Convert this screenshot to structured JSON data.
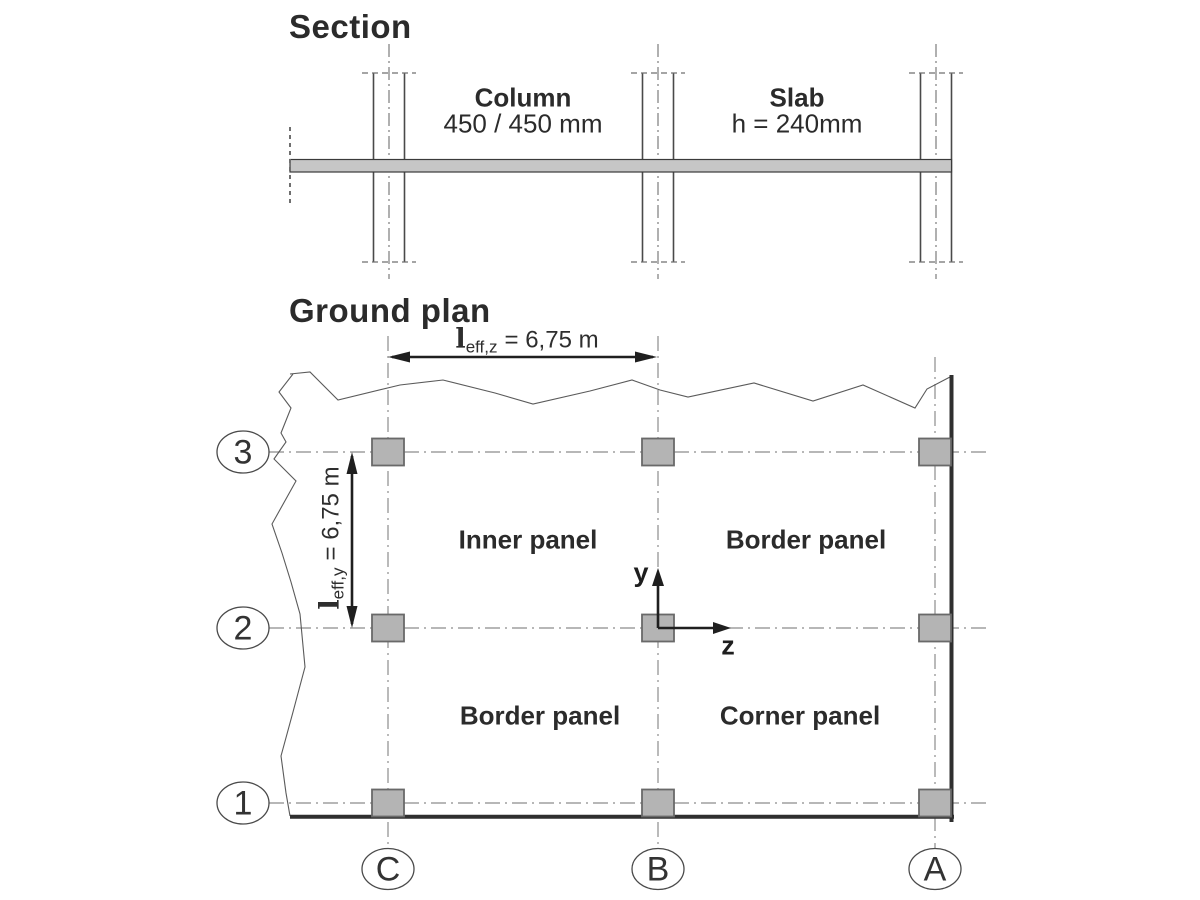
{
  "section": {
    "title": "Section",
    "column_label": "Column",
    "column_size": "450 / 450 mm",
    "slab_label": "Slab",
    "slab_thickness": "h = 240mm"
  },
  "ground_plan": {
    "title": "Ground plan",
    "dim_z": {
      "symbol": "l",
      "subscript": "eff,z",
      "value": "= 6,75 m"
    },
    "dim_y": {
      "symbol": "l",
      "subscript": "eff,y",
      "value": "= 6,75 m"
    },
    "panels": {
      "inner": "Inner panel",
      "border_top": "Border panel",
      "border_bottom": "Border panel",
      "corner": "Corner panel"
    },
    "axis_y": "y",
    "axis_z": "z",
    "grid_rows": [
      "3",
      "2",
      "1"
    ],
    "grid_cols": [
      "C",
      "B",
      "A"
    ],
    "colors": {
      "column_fill": "#b4b4b4",
      "column_stroke": "#696969",
      "slab_fill": "#c6c6c6",
      "grid_line": "#8c8c8c",
      "edge_line": "#2f2f2f"
    }
  }
}
